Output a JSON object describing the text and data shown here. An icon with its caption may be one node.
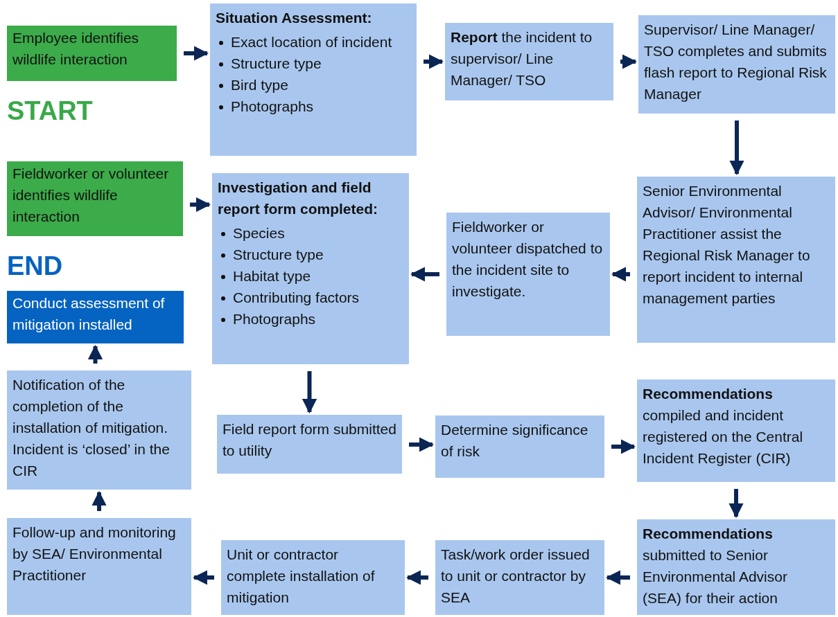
{
  "diagram": {
    "nodes": [
      {
        "text": [
          "Employee identifies wildlife interaction"
        ]
      },
      {
        "text": [
          "Situation Assessment:",
          "Exact location of incident",
          "Structure type",
          "Bird type",
          "Photographs"
        ]
      },
      {
        "text": [
          "**Report** the incident to supervisor/ Line Manager/ TSO"
        ]
      },
      {
        "text": [
          "Supervisor/ Line Manager/ TSO completes and submits flash report to Regional Risk Manager"
        ]
      },
      {
        "text": [
          "Fieldworker or volunteer identifies wildlife interaction"
        ]
      },
      {
        "text": [
          "Investigation and field report form completed:",
          "Species",
          "Structure type",
          "Habitat type",
          "Contributing factors",
          "Photographs"
        ]
      },
      {
        "text": [
          "Fieldworker or volunteer dispatched to the incident site to investigate."
        ]
      },
      {
        "text": [
          "Senior Environmental Advisor/ Environmental Practitioner assist the Regional Risk Manager to report incident to internal management parties"
        ]
      },
      {
        "text": [
          "Conduct assessment of mitigation installed"
        ]
      },
      {
        "text": [
          "Notification of the completion of the installation of mitigation. Incident is ‘closed’ in the CIR"
        ]
      },
      {
        "text": [
          "Field report form submitted to utility"
        ]
      },
      {
        "text": [
          "Determine significance of risk"
        ]
      },
      {
        "text": [
          "**Recommendations** compiled and incident registered on the Central Incident Register (CIR)"
        ]
      },
      {
        "text": [
          "Follow-up and monitoring by SEA/ Environmental Practitioner"
        ]
      },
      {
        "text": [
          "Unit or contractor complete installation of mitigation"
        ]
      },
      {
        "text": [
          "Task/work order issued to unit or contractor by SEA"
        ]
      },
      {
        "text": [
          "**Recommendations** submitted to Senior Environmental Advisor (SEA) for their action"
        ]
      }
    ],
    "edges": [
      {
        "from": 0,
        "to": 1,
        "arrow": "to"
      },
      {
        "from": 1,
        "to": 2,
        "arrow": "to"
      },
      {
        "from": 2,
        "to": 3,
        "arrow": "to"
      },
      {
        "from": 3,
        "to": 7,
        "arrow": "to"
      },
      {
        "from": 7,
        "to": 6,
        "arrow": "to"
      },
      {
        "from": 6,
        "to": 5,
        "arrow": "to"
      },
      {
        "from": 4,
        "to": 5,
        "arrow": "to"
      },
      {
        "from": 5,
        "to": 10,
        "arrow": "to"
      },
      {
        "from": 10,
        "to": 11,
        "arrow": "to"
      },
      {
        "from": 11,
        "to": 12,
        "arrow": "to"
      },
      {
        "from": 12,
        "to": 16,
        "arrow": "to"
      },
      {
        "from": 16,
        "to": 15,
        "arrow": "to"
      },
      {
        "from": 15,
        "to": 14,
        "arrow": "to"
      },
      {
        "from": 14,
        "to": 13,
        "arrow": "to"
      },
      {
        "from": 13,
        "to": 9,
        "arrow": "to"
      },
      {
        "from": 9,
        "to": 8,
        "arrow": "to"
      }
    ],
    "labels": [
      "START",
      "END"
    ]
  }
}
